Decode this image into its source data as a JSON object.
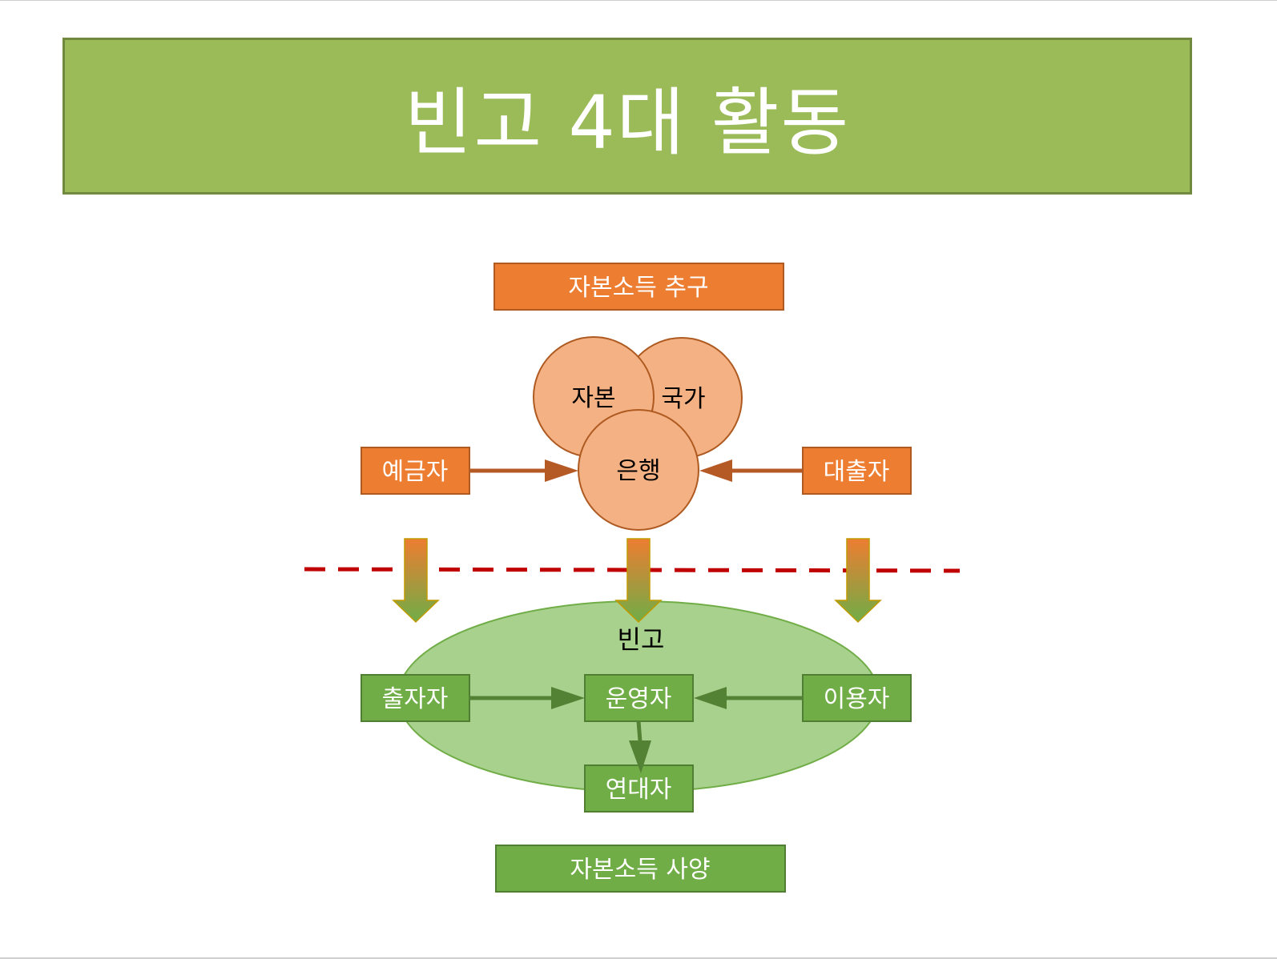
{
  "slide": {
    "title": "빈고 4대 활동"
  },
  "diagram": {
    "top_label": "자본소득 추구",
    "bottom_label": "자본소득 사양",
    "upper_circles": {
      "capital": "자본",
      "state": "국가",
      "bank": "은행"
    },
    "upper_nodes": {
      "depositor": "예금자",
      "borrower": "대출자"
    },
    "ellipse_label": "빈고",
    "lower_nodes": {
      "investor": "출자자",
      "operator": "운영자",
      "user": "이용자",
      "solidarity": "연대자"
    }
  },
  "colors": {
    "title_fill": "#9bbb59",
    "orange": "#ed7d31",
    "circle_fill": "#f4b183",
    "green": "#70ad47",
    "ellipse_fill": "#a9d18e",
    "dashed_line": "#c00000"
  }
}
